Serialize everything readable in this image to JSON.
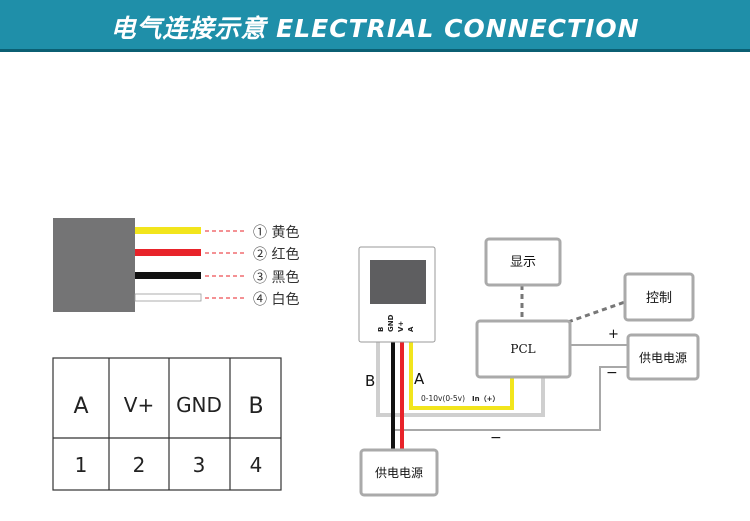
{
  "header": {
    "title": "电气连接示意 ELECTRIAL CONNECTION"
  },
  "wires": [
    {
      "label": "① 黄色",
      "color": "#f2e51c"
    },
    {
      "label": "② 红色",
      "color": "#e8232a"
    },
    {
      "label": "③ 黑色",
      "color": "#111111"
    },
    {
      "label": "④ 白色",
      "color": "#ffffff"
    }
  ],
  "pin_table": {
    "pins": [
      "A",
      "V+",
      "GND",
      "B"
    ],
    "numbers": [
      "1",
      "2",
      "3",
      "4"
    ]
  },
  "diagram": {
    "terminals": [
      "B",
      "GND",
      "V+",
      "A"
    ],
    "display_label": "显示",
    "control_label": "控制",
    "pcl_label": "PCL",
    "power_label": "供电电源",
    "plus": "+",
    "minus": "−",
    "wire_a": "A",
    "wire_b": "B",
    "signal_label": "0-10v(0-5v)",
    "input_label": "In（+）",
    "bottom_minus": "−"
  },
  "colors": {
    "header_bg": "#1f8fa9",
    "header_border": "#0b5f73",
    "yellow": "#f2e51c",
    "red": "#e8232a"
  }
}
